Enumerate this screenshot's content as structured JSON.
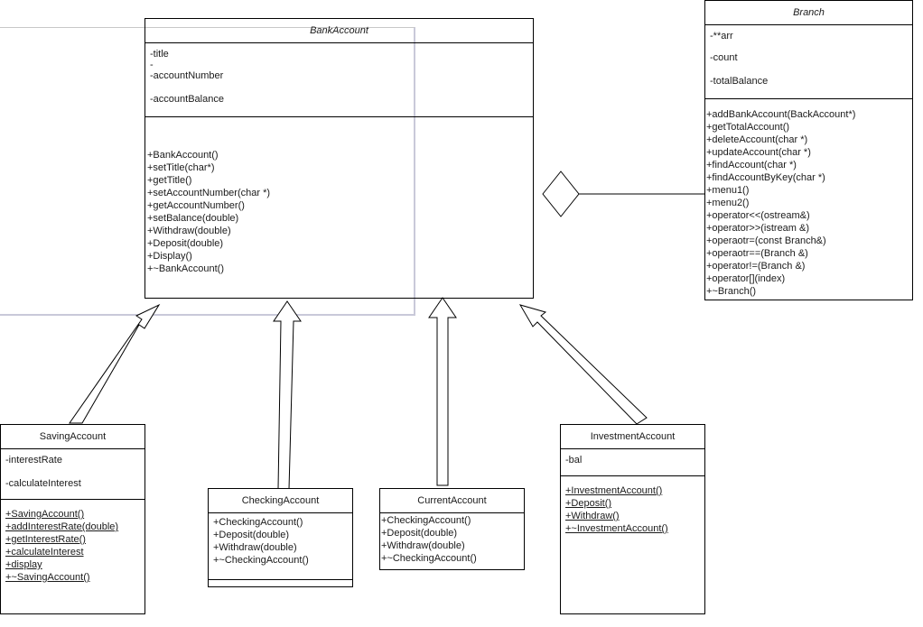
{
  "bank_account": {
    "name": "BankAccount",
    "attributes": [
      "-title",
      "-",
      "-accountNumber",
      "-accountBalance"
    ],
    "methods": [
      "+BankAccount()",
      "+setTitle(char*)",
      "+getTitle()",
      "+setAccountNumber(char *)",
      "+getAccountNumber()",
      "+setBalance(double)",
      "+Withdraw(double)",
      "+Deposit(double)",
      "+Display()",
      "+~BankAccount()"
    ]
  },
  "branch": {
    "name": "Branch",
    "attributes": [
      "-**arr",
      "-count",
      "-totalBalance"
    ],
    "methods": [
      "+addBankAccount(BackAccount*)",
      "+getTotalAccount()",
      "+deleteAccount(char *)",
      "+updateAccount(char *)",
      "+findAccount(char *)",
      "+findAccountByKey(char *)",
      "+menu1()",
      "+menu2()",
      "+operator<<(ostream&)",
      "+operator>>(istream &)",
      "+operaotr=(const Branch&)",
      "+operaotr==(Branch &)",
      "+operator!=(Branch &)",
      "+operator[](index)",
      "+~Branch()"
    ]
  },
  "saving_account": {
    "name": "SavingAccount",
    "attributes": [
      "-interestRate",
      "-calculateInterest"
    ],
    "methods": [
      "+SavingAccount()",
      "+addInterestRate(double)",
      "+getInterestRate()",
      "+calculateInterest",
      "+display",
      "+~SavingAccount()"
    ]
  },
  "checking_account": {
    "name": "CheckingAccount",
    "methods": [
      "+CheckingAccount()",
      "+Deposit(double)",
      "+Withdraw(double)",
      "+~CheckingAccount()"
    ]
  },
  "current_account": {
    "name": "CurrentAccount",
    "methods": [
      "+CheckingAccount()",
      "+Deposit(double)",
      "+Withdraw(double)",
      "+~CheckingAccount()"
    ]
  },
  "investment_account": {
    "name": "InvestmentAccount",
    "attributes": [
      "-bal"
    ],
    "methods": [
      "+InvestmentAccount()",
      "+Deposit()",
      "+Withdraw()",
      "+~InvestmentAccount()"
    ]
  }
}
